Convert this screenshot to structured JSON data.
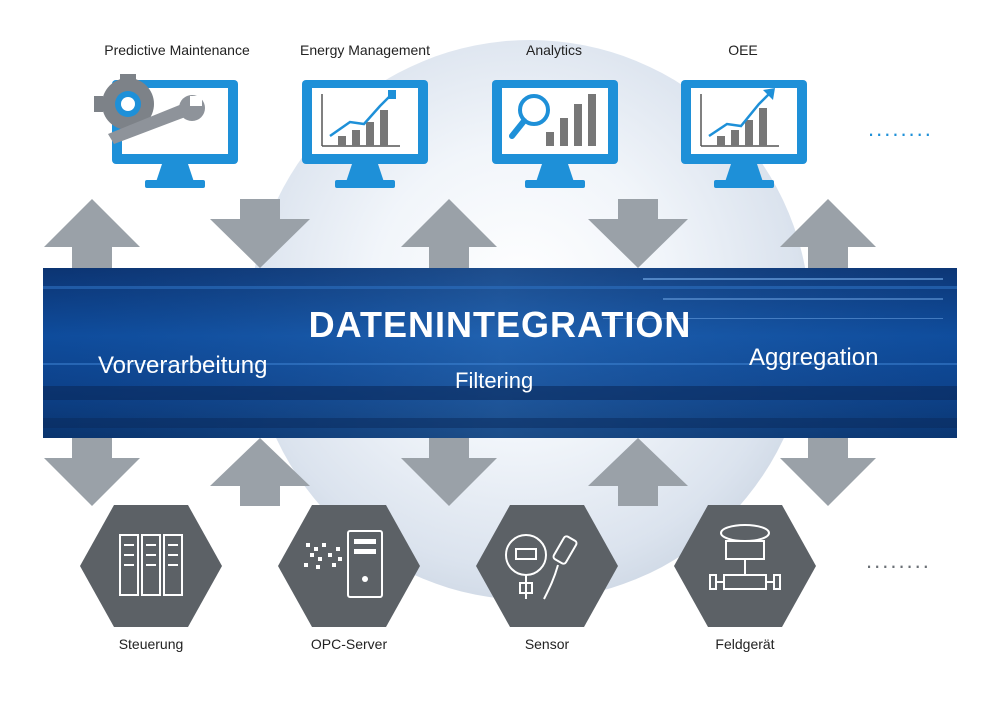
{
  "top_labels": [
    "Predictive Maintenance",
    "Energy Management",
    "Analytics",
    "OEE"
  ],
  "band": {
    "title": "DATENINTEGRATION",
    "left": "Vorverarbeitung",
    "center": "Filtering",
    "right": "Aggregation"
  },
  "bottom_labels": [
    "Steuerung",
    "OPC-Server",
    "Sensor",
    "Feldgerät"
  ],
  "continuation": "........",
  "colors": {
    "accent": "#1e90d8",
    "band": "#0d4a9a",
    "arrow": "#9aa1a8",
    "hexagon": "#5c6166"
  },
  "icons": [
    "gear-wrench-icon",
    "energy-chart-icon",
    "analytics-magnifier-icon",
    "oee-chart-icon",
    "server-racks-icon",
    "opc-server-icon",
    "sensor-icon",
    "field-device-icon"
  ]
}
